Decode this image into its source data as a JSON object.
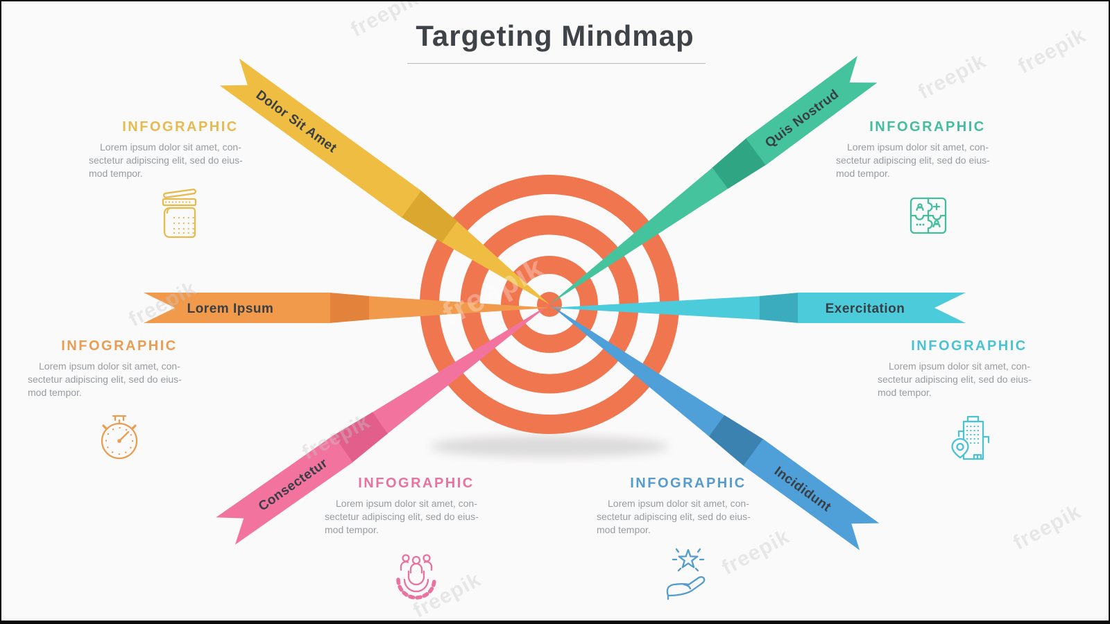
{
  "title": "Targeting Mindmap",
  "watermark": "freepik",
  "section_heading": "INFOGRAPHIC",
  "body_text": "Lorem ipsum dolor sit amet, con-\nsectetur adipiscing elit, sed do eius-\nmod tempor.",
  "center": {
    "name": "bullseye-target",
    "color": "#F0764F"
  },
  "nodes": [
    {
      "label": "Dolor Sit Amet",
      "position": "top-left",
      "color": "#EFBD41",
      "color_dark": "#DCA72E",
      "heading_color": "#E7BA4E",
      "icon": "calendar-pencil-icon"
    },
    {
      "label": "Lorem Ipsum",
      "position": "left",
      "color": "#F29A4C",
      "color_dark": "#E2823B",
      "heading_color": "#E89D52",
      "icon": "stopwatch-icon"
    },
    {
      "label": "Consectetur",
      "position": "bottom-left",
      "color": "#F2739E",
      "color_dark": "#E25F8B",
      "heading_color": "#E9729E",
      "icon": "team-gear-icon"
    },
    {
      "label": "Quis Nostrud",
      "position": "top-right",
      "color": "#44C39D",
      "color_dark": "#2FA584",
      "heading_color": "#43BD9E",
      "icon": "puzzle-icon"
    },
    {
      "label": "Exercitation",
      "position": "right",
      "color": "#4CCBDB",
      "color_dark": "#3AACBE",
      "heading_color": "#4BC2D4",
      "icon": "building-pin-icon"
    },
    {
      "label": "Incididunt",
      "position": "bottom-right",
      "color": "#4F9FD8",
      "color_dark": "#3C82B1",
      "heading_color": "#549CCE",
      "icon": "hand-star-icon"
    }
  ]
}
